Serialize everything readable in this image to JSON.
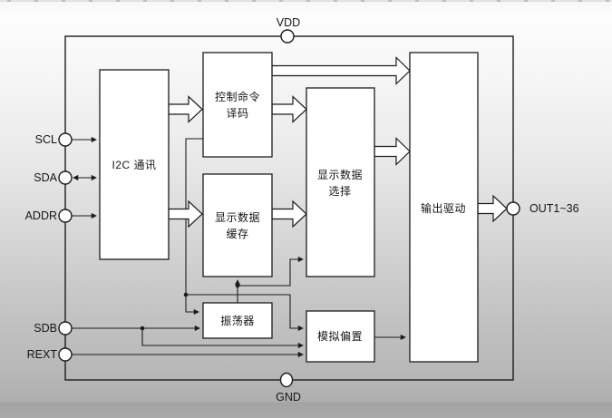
{
  "diagram": {
    "pins": {
      "left": [
        {
          "label": "SCL"
        },
        {
          "label": "SDA"
        },
        {
          "label": "ADDR"
        },
        {
          "label": "SDB"
        },
        {
          "label": "REXT"
        }
      ],
      "top": {
        "label": "VDD"
      },
      "bottom": {
        "label": "GND"
      },
      "right": {
        "label": "OUT1~36"
      }
    },
    "blocks": {
      "i2c": {
        "label": "I2C 通讯"
      },
      "ctrl": {
        "line1": "控制命令",
        "line2": "译码"
      },
      "buffer": {
        "line1": "显示数据",
        "line2": "缓存"
      },
      "select": {
        "line1": "显示数据",
        "line2": "选择"
      },
      "driver": {
        "label": "输出驱动"
      },
      "osc": {
        "label": "振荡器"
      },
      "bias": {
        "label": "模拟偏置"
      }
    },
    "colors": {
      "line": "#1c1c1c",
      "block_fill": "#ffffff",
      "background_top": "#fdfdfd",
      "background_bottom": "#a9a9a9"
    }
  }
}
